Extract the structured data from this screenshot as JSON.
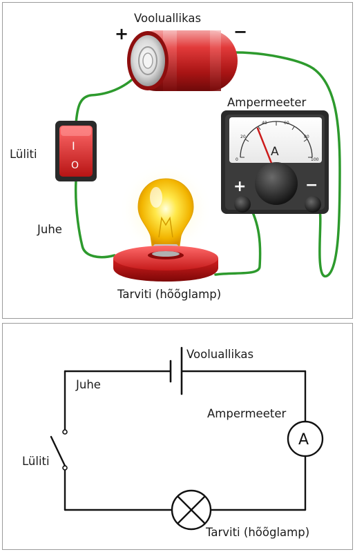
{
  "illustrated_circuit": {
    "battery_label": "Vooluallikas",
    "plus_sign": "+",
    "minus_sign": "−",
    "switch_label": "Lüliti",
    "switch_on_mark": "I",
    "switch_off_mark": "O",
    "wire_label": "Juhe",
    "lamp_label": "Tarviti (hõõglamp)",
    "ammeter_label": "Ampermeeter",
    "ammeter_unit": "A",
    "ammeter_scale": [
      "0",
      "20",
      "40",
      "60",
      "80",
      "100"
    ],
    "ammeter_plus": "+",
    "ammeter_minus": "−"
  },
  "schematic": {
    "battery_label": "Vooluallikas",
    "wire_label": "Juhe",
    "ammeter_label": "Ampermeeter",
    "ammeter_symbol": "A",
    "switch_label": "Lüliti",
    "lamp_label": "Tarviti (hõõglamp)"
  },
  "colors": {
    "battery_red": "#c81d1d",
    "wire_green": "#2d9a2d",
    "switch_red": "#d42a2a",
    "lamp_glow": "#ffd21f",
    "meter_body": "#2a2a2a",
    "schematic_line": "#111111"
  }
}
